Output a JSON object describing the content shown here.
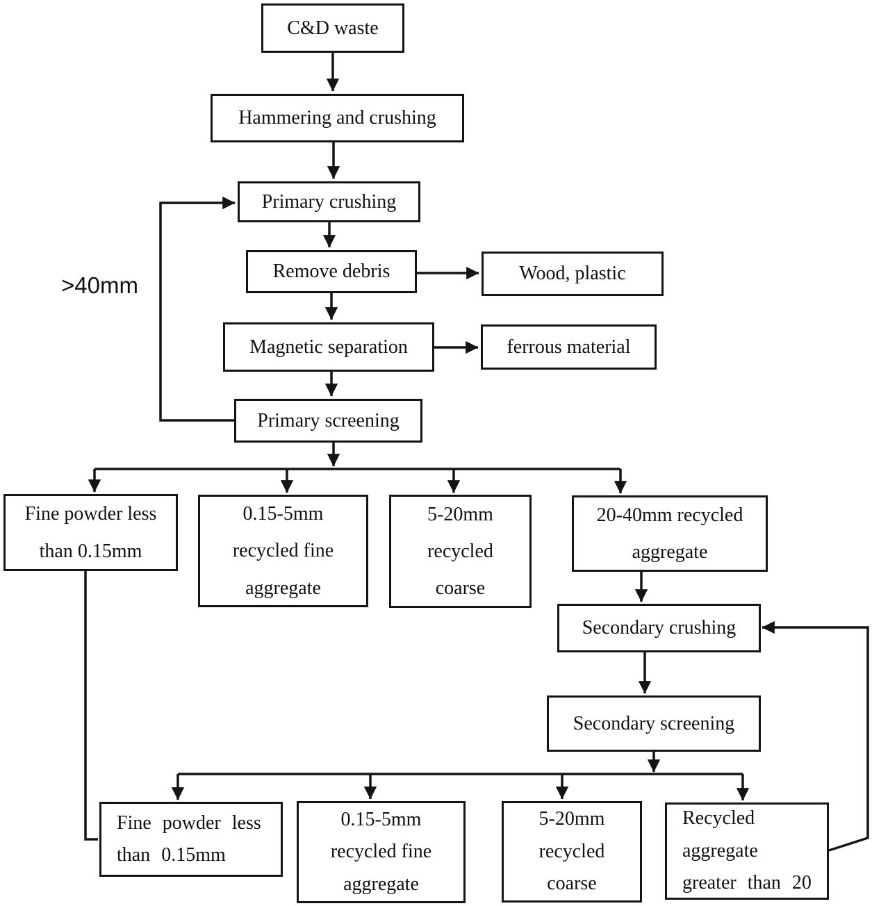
{
  "flowchart": {
    "nodes": {
      "cd_waste": "C&D waste",
      "hammering": "Hammering and crushing",
      "primary_crushing": "Primary crushing",
      "remove_debris": "Remove debris",
      "wood_plastic": "Wood, plastic",
      "magnetic_separation": "Magnetic separation",
      "ferrous_material": "ferrous material",
      "primary_screening": "Primary screening",
      "fine_powder_first": "Fine powder less\nthan 0.15mm",
      "fine_aggregate_first": "0.15-5mm\nrecycled fine\naggregate",
      "coarse_first": "5-20mm\nrecycled\ncoarse",
      "aggregate_20_40": "20-40mm recycled\naggregate",
      "secondary_crushing": "Secondary crushing",
      "secondary_screening": "Secondary screening",
      "fine_powder_second": "Fine powder less\nthan 0.15mm",
      "fine_aggregate_second": "0.15-5mm\nrecycled fine\naggregate",
      "coarse_second": "5-20mm\nrecycled\ncoarse",
      "aggregate_greater_20": "Recycled\naggregate\ngreater than 20"
    },
    "labels": {
      "recycle_loop_size": ">40mm"
    },
    "colors": {
      "line": "#141414",
      "text": "#111111",
      "background": "#ffffff"
    }
  }
}
